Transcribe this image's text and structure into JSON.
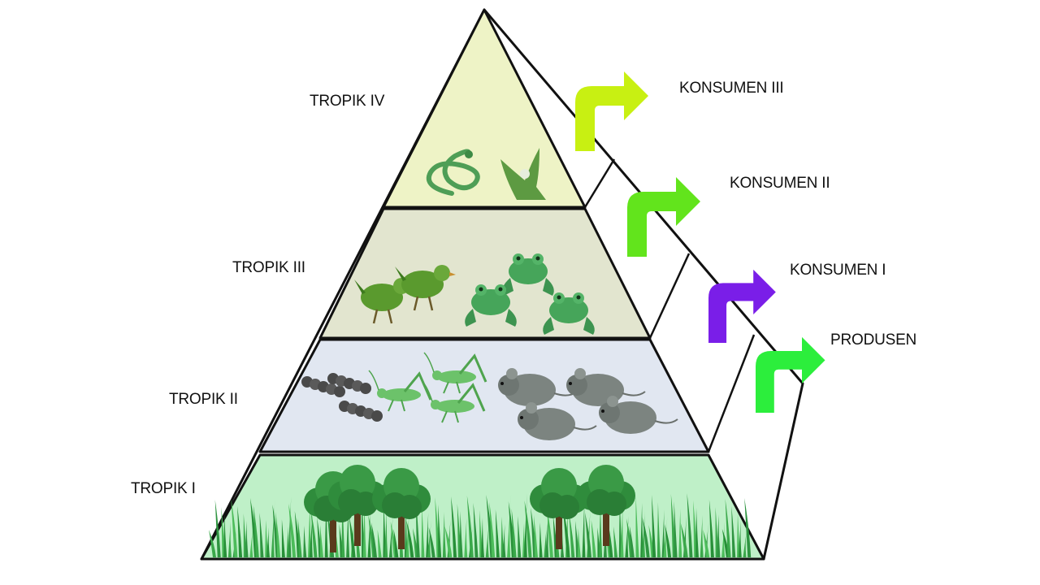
{
  "diagram": {
    "levels": [
      {
        "id": "t4",
        "label": "TROPIK IV",
        "role": "KONSUMEN III",
        "fill": "#eef3c6",
        "arrow_color": "#c8f012",
        "icons": [
          "snake-icon",
          "eagle-icon"
        ]
      },
      {
        "id": "t3",
        "label": "TROPIK III",
        "role": "KONSUMEN II",
        "fill": "#e2e5cf",
        "arrow_color": "#62e41c",
        "icons": [
          "hen-icon",
          "frog-icon"
        ]
      },
      {
        "id": "t2",
        "label": "TROPIK II",
        "role": "KONSUMEN I",
        "fill": "#e1e7f1",
        "arrow_color": "#7a1ee8",
        "icons": [
          "caterpillar-icon",
          "grasshopper-icon",
          "mouse-icon"
        ]
      },
      {
        "id": "t1",
        "label": "TROPIK I",
        "role": "PRODUSEN",
        "fill": "#bff0c8",
        "arrow_color": "#2cee3c",
        "icons": [
          "tree-icon",
          "grass-icon"
        ]
      }
    ]
  }
}
